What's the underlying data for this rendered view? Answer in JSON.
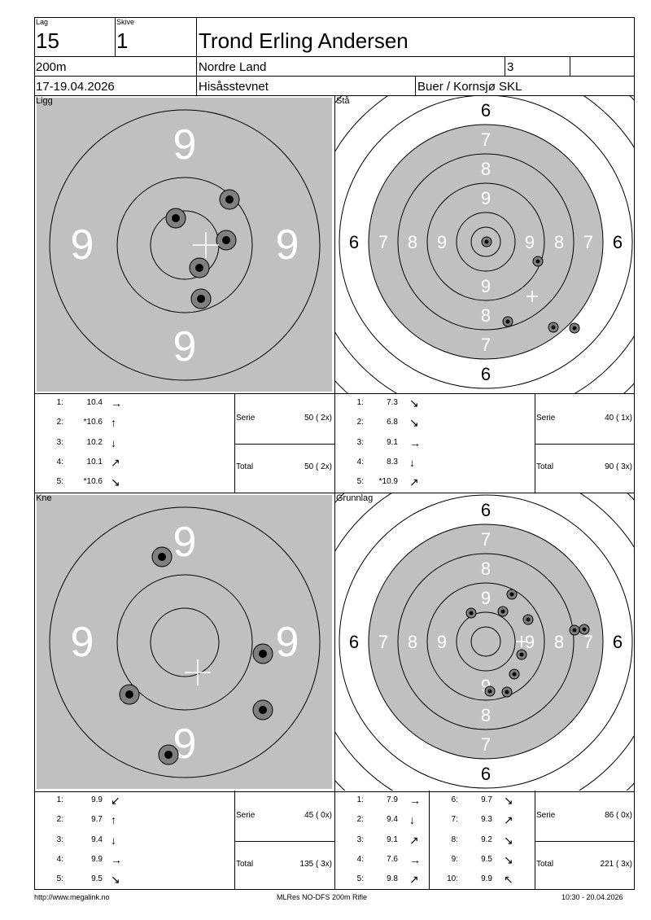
{
  "header": {
    "lag_label": "Lag",
    "lag": "15",
    "skive_label": "Skive",
    "skive": "1",
    "name": "Trond Erling Andersen",
    "distance": "200m",
    "club": "Nordre Land",
    "class": "3",
    "extra": "",
    "date": "17-19.04.2026",
    "event": "Hisåsstevnet",
    "venue": "Buer / Kornsjø SKL"
  },
  "targets": [
    {
      "title": "Ligg",
      "ring_labels": [
        "9",
        "9",
        "9",
        "9"
      ],
      "shots": [
        {
          "no": "1:",
          "value": "10.4",
          "dir": "→"
        },
        {
          "no": "2:",
          "value": "*10.6",
          "dir": "↑"
        },
        {
          "no": "3:",
          "value": "10.2",
          "dir": "↓"
        },
        {
          "no": "4:",
          "value": "10.1",
          "dir": "↗"
        },
        {
          "no": "5:",
          "value": "*10.6",
          "dir": "↘"
        }
      ],
      "serie_label": "Serie",
      "serie": "50 ( 2x)",
      "total_label": "Total",
      "total": "50 ( 2x)"
    },
    {
      "title": "Stå",
      "ring_labels": [
        "6",
        "7",
        "8",
        "9"
      ],
      "shots": [
        {
          "no": "1:",
          "value": "7.3",
          "dir": "↘"
        },
        {
          "no": "2:",
          "value": "6.8",
          "dir": "↘"
        },
        {
          "no": "3:",
          "value": "9.1",
          "dir": "→"
        },
        {
          "no": "4:",
          "value": "8.3",
          "dir": "↓"
        },
        {
          "no": "5:",
          "value": "*10.9",
          "dir": "↗"
        }
      ],
      "serie_label": "Serie",
      "serie": "40 ( 1x)",
      "total_label": "Total",
      "total": "90 ( 3x)"
    },
    {
      "title": "Kne",
      "ring_labels": [
        "9",
        "9",
        "9",
        "9"
      ],
      "shots": [
        {
          "no": "1:",
          "value": "9.9",
          "dir": "↙"
        },
        {
          "no": "2:",
          "value": "9.7",
          "dir": "↑"
        },
        {
          "no": "3:",
          "value": "9.4",
          "dir": "↓"
        },
        {
          "no": "4:",
          "value": "9.9",
          "dir": "→"
        },
        {
          "no": "5:",
          "value": "9.5",
          "dir": "↘"
        }
      ],
      "serie_label": "Serie",
      "serie": "45 ( 0x)",
      "total_label": "Total",
      "total": "135 ( 3x)"
    },
    {
      "title": "Grunnlag",
      "ring_labels": [
        "6",
        "7",
        "8",
        "9"
      ],
      "shots": [
        {
          "no": "1:",
          "value": "7.9",
          "dir": "→"
        },
        {
          "no": "2:",
          "value": "9.4",
          "dir": "↓"
        },
        {
          "no": "3:",
          "value": "9.1",
          "dir": "↗"
        },
        {
          "no": "4:",
          "value": "7.6",
          "dir": "→"
        },
        {
          "no": "5:",
          "value": "9.8",
          "dir": "↗"
        },
        {
          "no": "6:",
          "value": "9.7",
          "dir": "↘"
        },
        {
          "no": "7:",
          "value": "9.3",
          "dir": "↗"
        },
        {
          "no": "8:",
          "value": "9.2",
          "dir": "↘"
        },
        {
          "no": "9:",
          "value": "9.5",
          "dir": "↘"
        },
        {
          "no": "10:",
          "value": "9.9",
          "dir": "↖"
        }
      ],
      "serie_label": "Serie",
      "serie": "86 ( 0x)",
      "total_label": "Total",
      "total": "221 ( 3x)"
    }
  ],
  "footer": {
    "url": "http://www.megalink.no",
    "software": "MLRes NO-DFS 200m Rifle",
    "timestamp": "10:30 - 20.04.2026"
  },
  "colors": {
    "target_gray": "#c0c0c0",
    "shot_ring": "#808080"
  }
}
